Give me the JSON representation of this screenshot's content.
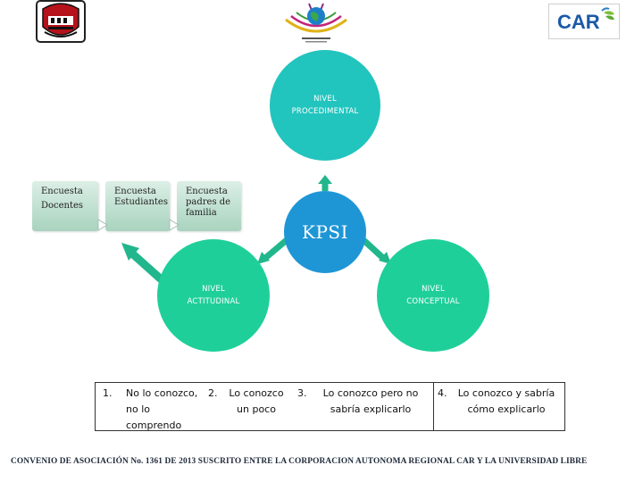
{
  "diagram": {
    "center": "KPSI",
    "nodes": {
      "procedimental": "NIVEL PROCEDIMENTAL",
      "actitudinal": "NIVEL ACTITUDINAL",
      "conceptual": "NIVEL CONCEPTUAL"
    },
    "surveys": [
      {
        "label": "Encuesta Docentes"
      },
      {
        "label": "Encuesta Estudiantes"
      },
      {
        "label": "Encuesta padres de familia"
      }
    ],
    "scale": [
      {
        "num": "1.",
        "text": "No lo conozco, no lo comprendo"
      },
      {
        "num": "2.",
        "text": "Lo conozco un poco"
      },
      {
        "num": "3.",
        "text": "Lo conozco pero no sabría explicarlo"
      },
      {
        "num": "4.",
        "text": "Lo conozco y sabría cómo explicarlo"
      }
    ]
  },
  "logos": {
    "right_text": "CAR"
  },
  "footer": "CONVENIO DE ASOCIACIÓN No. 1361 DE 2013 SUSCRITO ENTRE LA CORPORACION AUTONOMA REGIONAL CAR Y LA UNIVERSIDAD LIBRE",
  "colors": {
    "teal": "#22c4be",
    "green": "#1fcf9a",
    "blue": "#1e96d6",
    "arrow": "#22b68c",
    "car_blue": "#1a5aa6",
    "car_green": "#7bbf3a"
  }
}
